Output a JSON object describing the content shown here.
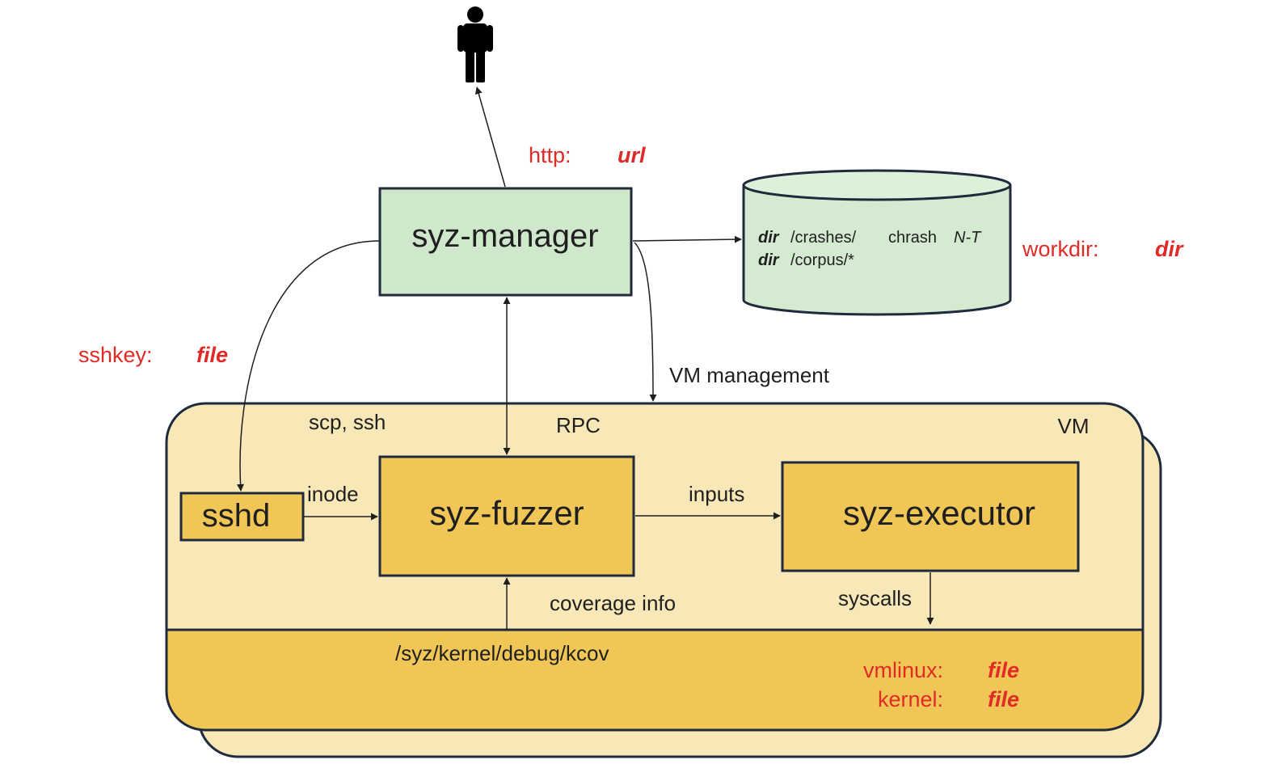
{
  "colors": {
    "manager_fill": "#cfe8cc",
    "db_fill": "#d5ebd1",
    "db_top": "#ddf0da",
    "vm_fill": "#f8e8b8",
    "vm_kernel_fill": "#f0c757",
    "process_fill": "#f0c757",
    "stroke": "#1f2a3c",
    "config_red": "#e02a26"
  },
  "icons": {
    "user": "person-silhouette"
  },
  "nodes": {
    "manager": "syz-manager",
    "fuzzer": "syz-fuzzer",
    "executor": "syz-executor",
    "sshd": "sshd",
    "vm_label": "VM"
  },
  "workdir_db": {
    "line1_kw": "dir",
    "line1_path": "/crashes/",
    "line1_extra": "chrash",
    "line1_italic": "N-T",
    "line2_kw": "dir",
    "line2_path": "/corpus/*"
  },
  "edges": {
    "scp_ssh": "scp, ssh",
    "rpc": "RPC",
    "vm_management": "VM management",
    "inode": "inode",
    "inputs": "inputs",
    "coverage_info": "coverage info",
    "syscalls": "syscalls",
    "kcov_path": "/syz/kernel/debug/kcov"
  },
  "config": {
    "http_key": "http:",
    "http_val": "url",
    "workdir_key": "workdir:",
    "workdir_val": "dir",
    "sshkey_key": "sshkey:",
    "sshkey_val": "file",
    "vmlinux_key": "vmlinux:",
    "vmlinux_val": "file",
    "kernel_key": "kernel:",
    "kernel_val": "file"
  }
}
